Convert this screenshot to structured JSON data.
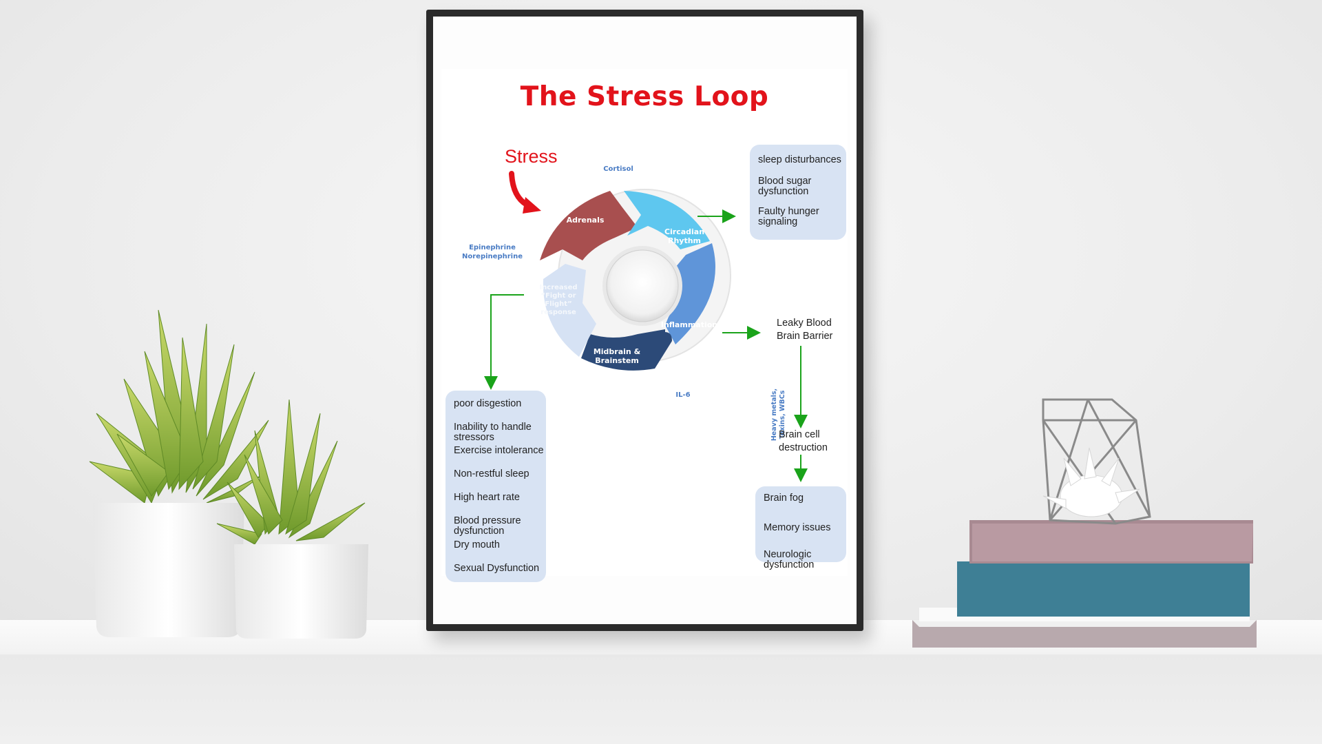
{
  "poster": {
    "title": "The Stress Loop",
    "stress_label": "Stress",
    "cycle": {
      "adrenals": "Adrenals",
      "circadian": [
        "Circadian",
        "Rhythm"
      ],
      "inflammation": "Inflammation",
      "midbrain": [
        "Midbrain &",
        "Brainstem"
      ],
      "fight": [
        "Increased",
        "“Fight or",
        "Flight”",
        "response"
      ]
    },
    "labels": {
      "cortisol": "Cortisol",
      "epinephrine": "Epinephrine",
      "norepinephrine": "Norepinephrine",
      "il6": "IL-6",
      "heavy_metals": [
        "Heavy metals,",
        "Toxins, WBCs"
      ]
    },
    "right_box": [
      "sleep disturbances",
      "Blood sugar dysfunction",
      "Faulty hunger signaling"
    ],
    "left_box": [
      "poor disgestion",
      "Inability to handle stressors",
      "Exercise intolerance",
      "Non-restful sleep",
      "High heart rate",
      "Blood pressure dysfunction",
      "Dry mouth",
      "Sexual Dysfunction"
    ],
    "leaky": [
      "Leaky Blood",
      "Brain Barrier"
    ],
    "brain_cell": [
      "Brain cell",
      "destruction"
    ],
    "bottom_box": [
      "Brain fog",
      "Memory issues",
      "Neurologic dysfunction"
    ]
  },
  "colors": {
    "title_red": "#e2131b",
    "adrenals": "#a84f4f",
    "circadian": "#5ec7ef",
    "inflammation": "#5f95d9",
    "midbrain": "#2c4a78",
    "fight": "#d6e2f4",
    "arrow_green": "#1aa31a",
    "label_blue": "#4a7cc4",
    "box_fill": "#d8e3f3"
  }
}
